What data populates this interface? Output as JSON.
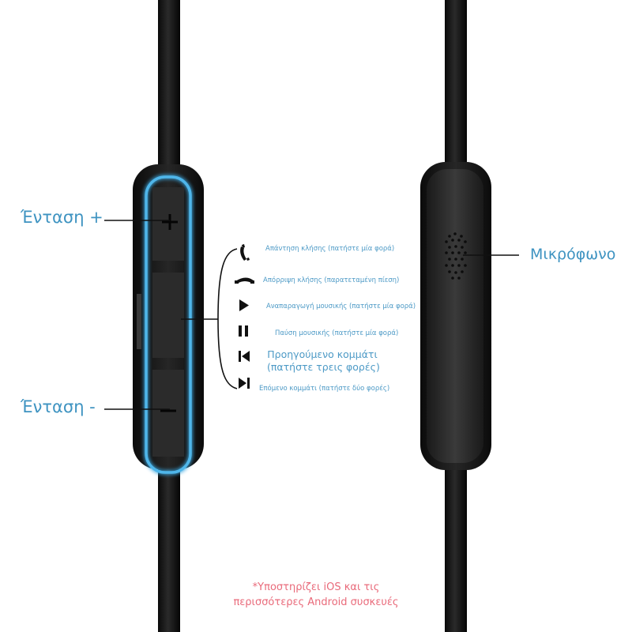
{
  "labels": {
    "volume_up": "Ένταση +",
    "volume_down": "Ένταση -",
    "microphone": "Μικρόφωνο"
  },
  "functions": [
    {
      "icon": "phone-answer-icon",
      "text": "Απάντηση κλήσης (πατήστε μία φορά)"
    },
    {
      "icon": "phone-hangup-icon",
      "text": "Απόρριψη κλήσης (παρατεταμένη πίεση)"
    },
    {
      "icon": "play-icon",
      "text": "Αναπαραγωγή μουσικής (πατήστε μία φορά)"
    },
    {
      "icon": "pause-icon",
      "text": "Παύση μουσικής (πατήστε μία φορά)"
    },
    {
      "icon": "previous-track-icon",
      "text_line1": "Προηγούμενο κομμάτι",
      "text_line2": "(πατήστε τρεις φορές)"
    },
    {
      "icon": "next-track-icon",
      "text": "Επόμενο κομμάτι (πατήστε δύο φορές)"
    }
  ],
  "footnote": {
    "line1": "*Υποστηρίζει iOS και τις",
    "line2": "περισσότερες Android συσκευές"
  },
  "colors": {
    "accent_blue": "#3e93c1",
    "remote_glow": "#3aa7e0",
    "footnote_pink": "#e96a7a",
    "body_black": "#111111"
  }
}
